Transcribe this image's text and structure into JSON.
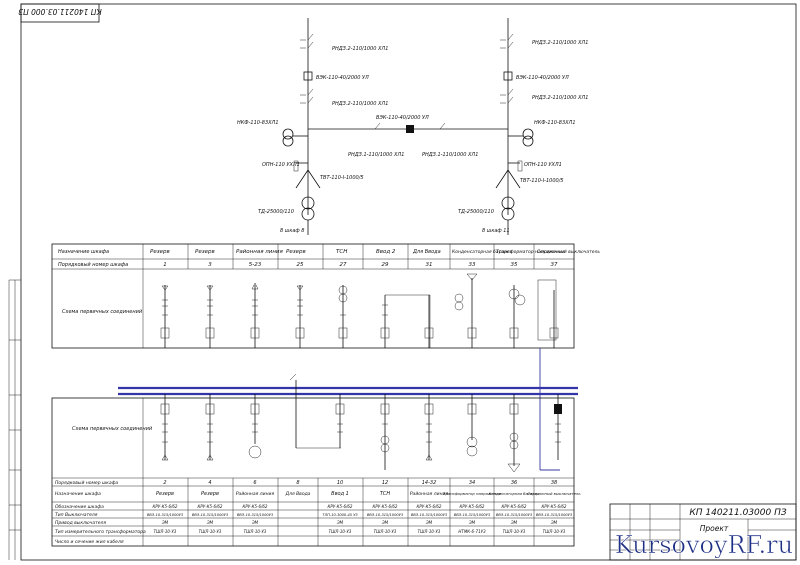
{
  "stamp_code": "КП 140211.03.000 ПЗ",
  "title_code": "КП 140211.03000 ПЗ",
  "project_label": "Проект",
  "watermark": "KursovoyRF.ru",
  "upper_scheme": {
    "left_labels": [
      "РНДЗ.2-110/1000 ХЛ1",
      "ВЭК-110-40/2000 УЛ",
      "РНДЗ.2-110/1000 ХЛ1",
      "НКФ-110-83ХЛ1",
      "ОПН-110 УХЛ1",
      "ТВТ-110-I-1000/5",
      "ТД-25000/110",
      "8 шкаф 8"
    ],
    "right_labels": [
      "РНДЗ.2-110/1000 ХЛ1",
      "ВЭК-110-40/2000 УЛ",
      "РНДЗ.2-110/1000 ХЛ1",
      "НКФ-110-83ХЛ1",
      "ОПН-110 УХЛ1",
      "ТВТ-110-I-1000/5",
      "ТД-25000/110",
      "8 шкаф 11"
    ],
    "center_labels": [
      "ВЭК-110-40/2000 УЛ",
      "РНДЗ.1-110/1000 ХЛ1",
      "РНДЗ.1-110/1000 ХЛ1"
    ]
  },
  "table_top": {
    "row1_header": "Назначение шкафа",
    "row2_header": "Порядковый номер шкафа",
    "scheme_header": "Схема первичных соединений",
    "names": [
      "Резерв",
      "Резерв",
      "Районная линия",
      "Резерв",
      "ТСН",
      "Ввод 2",
      "Для Ввода",
      "Конденсаторная батарея",
      "Трансформатор напряжения",
      "Секционный выключатель"
    ],
    "numbers": [
      "1",
      "3",
      "5-23",
      "25",
      "27",
      "29",
      "31",
      "33",
      "35",
      "37"
    ]
  },
  "table_bottom": {
    "scheme_header": "Схема первичных соединений",
    "row_headers": [
      "Порядковый номер шкафа",
      "Назначение шкафа",
      "Обозначение шкафа",
      "Тип Выключателя",
      "Привод выключателя",
      "Тип измерительного трансформатора",
      "Число и сечение жил кабеля"
    ],
    "numbers": [
      "2",
      "4",
      "6",
      "8",
      "10",
      "12",
      "14-32",
      "34",
      "36",
      "38"
    ],
    "names": [
      "Резерв",
      "Резерв",
      "Районная линия",
      "Для Ввода",
      "Ввод 1",
      "ТСН",
      "Районная линия",
      "Трансформатор напряжения",
      "Конденсаторная батарея",
      "Секционный выключатель"
    ],
    "designations": [
      "КРУ-К5-6/62",
      "КРУ-К5-6/62",
      "КРУ-К5-6/62",
      "",
      "КРУ-К5-6/62",
      "КРУ-К5-6/62",
      "КРУ-К5-6/62",
      "КРУ-К5-6/62",
      "КРУ-К5-6/62",
      "КРУ-К5-6/62"
    ],
    "breakers": [
      "ВВЭ-10-315/1000У3",
      "ВВЭ-10-315/1000У3",
      "ВВЭ-10-315/1000У3",
      "",
      "ТЛП-10-3000-45 У3",
      "ВВЭ-10-315/1000У3",
      "ВВЭ-10-315/1000У3",
      "ВВЭ-10-315/1000У3",
      "ВВЭ-10-315/1000У3",
      "ВВЭ-10-315/1000У3"
    ],
    "drives": [
      "ЭМ",
      "ЭМ",
      "ЭМ",
      "",
      "ЭМ",
      "ЭМ",
      "ЭМ",
      "ЭМ",
      "ЭМ",
      "ЭМ"
    ],
    "transformers": [
      "ТШЛ-10-У3",
      "ТШЛ-10-У3",
      "ТШЛ-10-У3",
      "",
      "ТШЛ-10-У3",
      "ТШЛ-10-У3",
      "ТШЛ-10-У3",
      "НТМК-6-71У3",
      "ТШЛ-10-У3",
      "ТШЛ-10-У3"
    ]
  }
}
